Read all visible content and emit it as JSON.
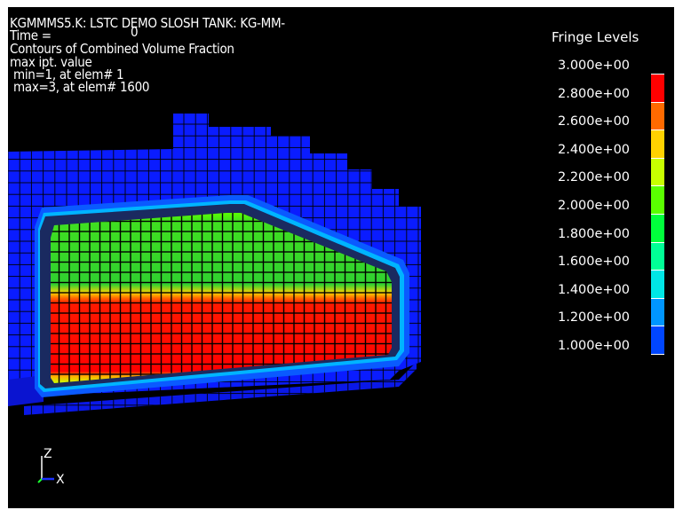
{
  "header": {
    "line1": "KGMMMS5.K: LSTC DEMO SLOSH TANK: KG-MM-",
    "line2": "Time =",
    "time_value": "0",
    "line3": "Contours of Combined Volume Fraction",
    "line4": "max ipt. value",
    "line5": "min=1, at elem# 1",
    "line6": "max=3, at elem# 1600"
  },
  "legend": {
    "title": "Fringe Levels",
    "levels": [
      "3.000e+00",
      "2.800e+00",
      "2.600e+00",
      "2.400e+00",
      "2.200e+00",
      "2.000e+00",
      "1.800e+00",
      "1.600e+00",
      "1.400e+00",
      "1.200e+00",
      "1.000e+00"
    ],
    "colors": [
      "#ff0000",
      "#ff6a00",
      "#ffd200",
      "#c8ff00",
      "#5aff00",
      "#00ff3c",
      "#00ff96",
      "#00e6e6",
      "#0096ff",
      "#0046ff",
      "#0000ff"
    ]
  },
  "axes": {
    "z_label": "Z",
    "x_label": "X"
  },
  "mesh_colors": {
    "outer": "#0a20ff",
    "grid_line": "#000000",
    "upper_fluid": "#3ccc1a",
    "lower_fluid": "#e80c0c",
    "interface": "#ff8a00",
    "outline": "#1a2a60"
  }
}
